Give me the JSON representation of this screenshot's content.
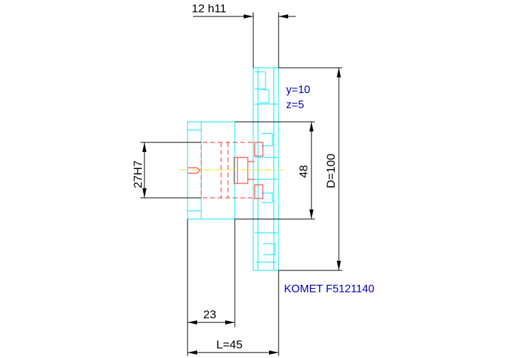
{
  "dimensions": {
    "width_label": "12 h11",
    "bore_label": "27H7",
    "hub_label": "48",
    "diameter_label": "D=100",
    "hub_length_label": "23",
    "length_label": "L=45"
  },
  "notes": {
    "y": "y=10",
    "z": "z=5",
    "part_number": "KOMET F5121140"
  },
  "colors": {
    "outline": "#00e5f0",
    "hidden_lines": "#ff2020",
    "dimensions": "#000000",
    "annotations": "#0000cc",
    "centerline": "#f0e000"
  }
}
